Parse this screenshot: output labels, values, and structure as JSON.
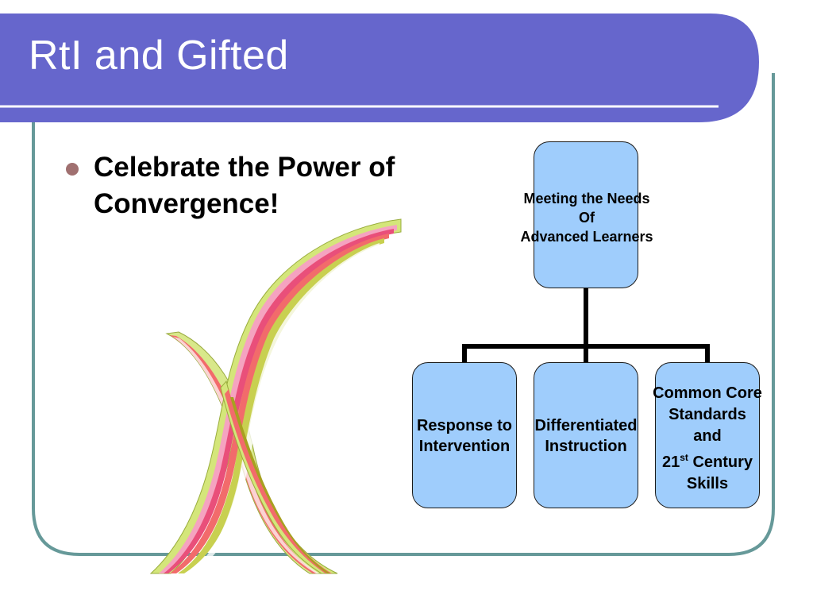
{
  "slide": {
    "title": "RtI and Gifted",
    "bullet": "Celebrate the Power of Convergence!"
  },
  "org_chart": {
    "top": {
      "lines": [
        "Meeting the Needs",
        "Of",
        "Advanced Learners"
      ]
    },
    "children": [
      {
        "lines": [
          "Response to",
          "Intervention"
        ]
      },
      {
        "lines": [
          "Differentiated",
          "Instruction"
        ]
      },
      {
        "lines": [
          "Common Core",
          "Standards",
          "and"
        ],
        "ordinal_number": "21",
        "ordinal_suffix": "st",
        "line4_rest": " Century",
        "line5": "Skills"
      }
    ]
  },
  "colors": {
    "title_bar": "#6666cc",
    "frame_border": "#669999",
    "node_fill": "#9fcdfc",
    "bullet": "#a07070"
  }
}
